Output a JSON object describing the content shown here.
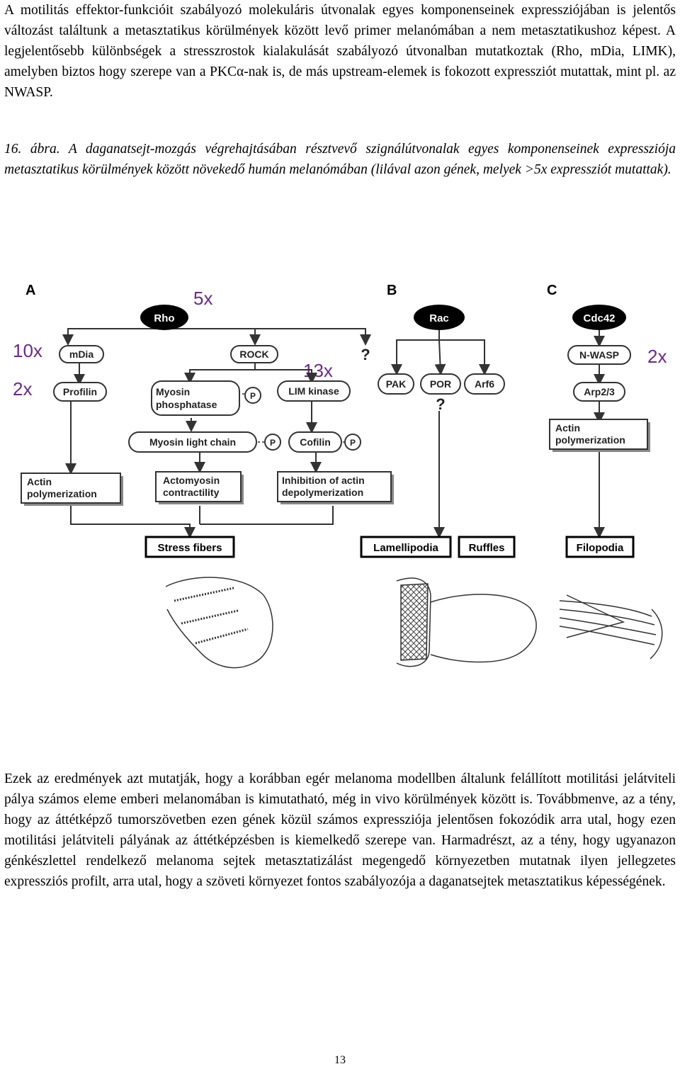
{
  "paragraphs": {
    "p1": "A motilitás effektor-funkcióit szabályozó molekuláris útvonalak egyes komponenseinek expressziójában is jelentős változást találtunk a metasztatikus körülmények között levő primer melanómában a nem metasztatikushoz képest. A legjelentősebb különbségek a stresszrostok kialakulását szabályozó útvonalban mutatkoztak (Rho, mDia, LIMK), amelyben biztos hogy szerepe van a PKCα-nak is, de más upstream-elemek is fokozott expressziót mutattak, mint pl. az NWASP.",
    "caption": "16. ábra. A daganatsejt-mozgás végrehajtásában résztvevő szignálútvonalak egyes komponenseinek expressziója metasztatikus körülmények között növekedő humán melanómában (lilával azon gének, melyek >5x expressziót mutattak).",
    "p2": "Ezek az eredmények azt mutatják, hogy a korábban egér melanoma modellben általunk felállított motilitási jelátviteli pálya számos eleme emberi melanomában is kimutatható, még in vivo körülmények között is. Továbbmenve, az a tény, hogy az áttétképző tumorszövetben ezen gének közül számos expressziója jelentősen fokozódik arra utal, hogy ezen motilitási jelátviteli pályának az áttétképzésben is kiemelkedő szerepe van. Harmadrészt, az a tény, hogy ugyanazon génkészlettel rendelkező melanoma sejtek metasztatizálást megengedő környezetben mutatnak ilyen jellegzetes expressziós profilt, arra utal, hogy a szöveti környezet fontos szabályozója a daganatsejtek metasztatikus képességének."
  },
  "figure": {
    "panel_labels": {
      "a": "A",
      "b": "B",
      "c": "C"
    },
    "fold_color": "#6a2a8c",
    "folds": {
      "rho": "5x",
      "mdia": "10x",
      "profilin": "2x",
      "limk": "13x",
      "nwasp": "2x"
    },
    "nodes": {
      "rho": "Rho",
      "rac": "Rac",
      "cdc42": "Cdc42",
      "mdia": "mDia",
      "rock": "ROCK",
      "profilin": "Profilin",
      "myosin_phosphatase_1": "Myosin",
      "myosin_phosphatase_2": "phosphatase",
      "p": "P",
      "lim_kinase": "LIM kinase",
      "myosin_light_chain": "Myosin light chain",
      "cofilin": "Cofilin",
      "pak": "PAK",
      "por": "POR",
      "arf6": "Arf6",
      "nwasp": "N-WASP",
      "arp23": "Arp2/3",
      "question": "?"
    },
    "boxes": {
      "actin_poly_a_1": "Actin",
      "actin_poly_a_2": "polymerization",
      "actomyosin_1": "Actomyosin",
      "actomyosin_2": "contractility",
      "inhibition_1": "Inhibition of actin",
      "inhibition_2": "depolymerization",
      "actin_poly_c_1": "Actin",
      "actin_poly_c_2": "polymerization"
    },
    "outcomes": {
      "stress_fibers": "Stress fibers",
      "lamellipodia": "Lamellipodia",
      "ruffles": "Ruffles",
      "filopodia": "Filopodia"
    }
  },
  "page_number": "13"
}
